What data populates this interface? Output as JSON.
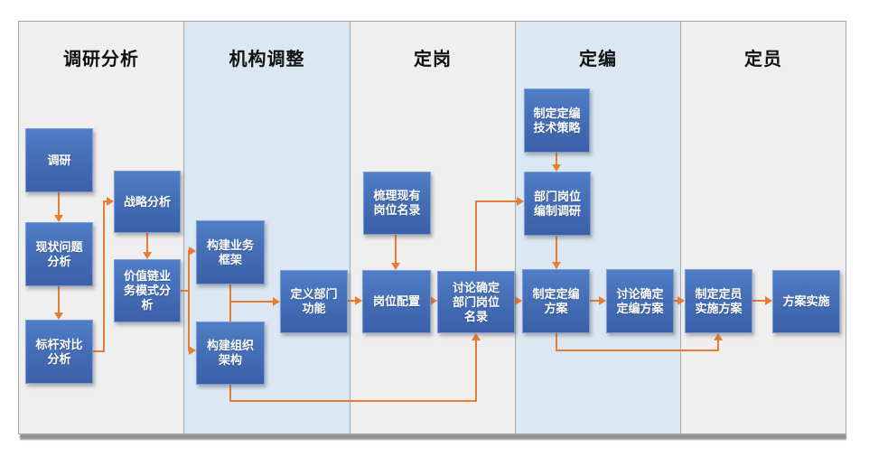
{
  "diagram": {
    "lanes": [
      {
        "label": "调研分析",
        "tone": "gray"
      },
      {
        "label": "机构调整",
        "tone": "blue"
      },
      {
        "label": "定岗",
        "tone": "gray"
      },
      {
        "label": "定编",
        "tone": "blue"
      },
      {
        "label": "定员",
        "tone": "gray"
      }
    ],
    "nodes": [
      {
        "id": "diaoyan",
        "lane": "调研分析",
        "label": "调研"
      },
      {
        "id": "xianzhuang-wenti-fenxi",
        "lane": "调研分析",
        "label": "现状问题\n分析"
      },
      {
        "id": "biaogan-duibi-fenxi",
        "lane": "调研分析",
        "label": "标杆对比\n分析"
      },
      {
        "id": "zhanlve-fenxi",
        "lane": "调研分析",
        "label": "战略分析"
      },
      {
        "id": "jiazhilian-yewu-moshi-fenxi",
        "lane": "调研分析",
        "label": "价值链业\n务模式分\n析"
      },
      {
        "id": "goujian-yewu-kuangjia",
        "lane": "机构调整",
        "label": "构建业务\n框架"
      },
      {
        "id": "goujian-zuzhi-jiagou",
        "lane": "机构调整",
        "label": "构建组织\n架构"
      },
      {
        "id": "dingyi-bumen-gongneng",
        "lane": "机构调整",
        "label": "定义部门\n功能"
      },
      {
        "id": "shuli-xianyou-gangwei-minglu",
        "lane": "定岗",
        "label": "梳理现有\n岗位名录"
      },
      {
        "id": "gangwei-peizhi",
        "lane": "定岗",
        "label": "岗位配置"
      },
      {
        "id": "taolun-queding-bumen-gangwei-minglu",
        "lane": "定岗",
        "label": "讨论确定\n部门岗位\n名录"
      },
      {
        "id": "zhiding-dingbian-jishu-celve",
        "lane": "定编",
        "label": "制定定编\n技术策略"
      },
      {
        "id": "bumen-gangwei-bianzhi-diaoyan",
        "lane": "定编",
        "label": "部门岗位\n编制调研"
      },
      {
        "id": "zhiding-dingbian-fangan",
        "lane": "定编",
        "label": "制定定编\n方案"
      },
      {
        "id": "taolun-queding-dingbian-fangan",
        "lane": "定编",
        "label": "讨论确定\n定编方案"
      },
      {
        "id": "zhiding-dingyuan-shishi-fangan",
        "lane": "定员",
        "label": "制定定员\n实施方案"
      },
      {
        "id": "fangan-shishi",
        "lane": "定员",
        "label": "方案实施"
      }
    ],
    "edges": [
      {
        "from": "diaoyan",
        "to": "xianzhuang-wenti-fenxi"
      },
      {
        "from": "xianzhuang-wenti-fenxi",
        "to": "biaogan-duibi-fenxi"
      },
      {
        "from": "biaogan-duibi-fenxi",
        "to": "zhanlve-fenxi"
      },
      {
        "from": "zhanlve-fenxi",
        "to": "jiazhilian-yewu-moshi-fenxi"
      },
      {
        "from": "jiazhilian-yewu-moshi-fenxi",
        "to": "goujian-yewu-kuangjia"
      },
      {
        "from": "jiazhilian-yewu-moshi-fenxi",
        "to": "goujian-zuzhi-jiagou"
      },
      {
        "from": "goujian-yewu-kuangjia",
        "to": "goujian-zuzhi-jiagou"
      },
      {
        "from": "goujian-yewu-kuangjia",
        "to": "dingyi-bumen-gongneng"
      },
      {
        "from": "goujian-zuzhi-jiagou",
        "to": "taolun-queding-bumen-gangwei-minglu"
      },
      {
        "from": "shuli-xianyou-gangwei-minglu",
        "to": "gangwei-peizhi"
      },
      {
        "from": "dingyi-bumen-gongneng",
        "to": "gangwei-peizhi"
      },
      {
        "from": "gangwei-peizhi",
        "to": "taolun-queding-bumen-gangwei-minglu"
      },
      {
        "from": "taolun-queding-bumen-gangwei-minglu",
        "to": "bumen-gangwei-bianzhi-diaoyan"
      },
      {
        "from": "taolun-queding-bumen-gangwei-minglu",
        "to": "zhiding-dingbian-fangan"
      },
      {
        "from": "zhiding-dingbian-jishu-celve",
        "to": "bumen-gangwei-bianzhi-diaoyan"
      },
      {
        "from": "bumen-gangwei-bianzhi-diaoyan",
        "to": "zhiding-dingbian-fangan"
      },
      {
        "from": "zhiding-dingbian-fangan",
        "to": "taolun-queding-dingbian-fangan"
      },
      {
        "from": "taolun-queding-dingbian-fangan",
        "to": "zhiding-dingyuan-shishi-fangan"
      },
      {
        "from": "zhiding-dingbian-fangan",
        "to": "zhiding-dingyuan-shishi-fangan"
      },
      {
        "from": "zhiding-dingyuan-shishi-fangan",
        "to": "fangan-shishi"
      }
    ],
    "colors": {
      "node_fill_top": "#4f7ec7",
      "node_fill_bottom": "#3a60a8",
      "arrow": "#e87d32",
      "lane_gray": "#efeff0",
      "lane_blue": "#dbe8f4",
      "lane_border": "#a6a6a6"
    }
  }
}
